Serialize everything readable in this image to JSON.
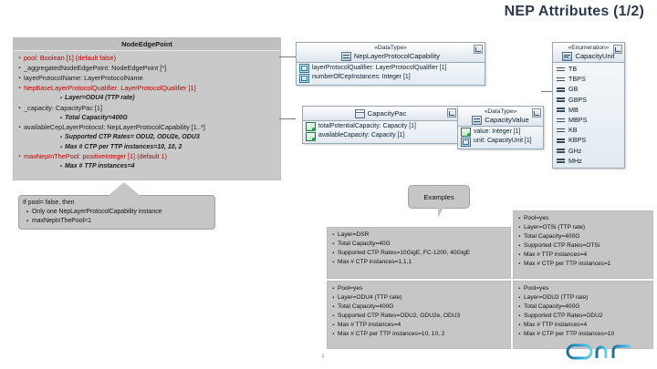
{
  "slide": {
    "title": "NEP Attributes (1/2)",
    "page_number": "4",
    "logo": "onf-logo"
  },
  "nep_class": {
    "header": "NodeEdgePoint",
    "attributes": [
      {
        "text": "pool: Boolean [1] (default false)",
        "color": "#c00000",
        "sub": []
      },
      {
        "text": "_aggregatedNodeEdgePoint: NodeEdgePoint [*]",
        "color": "#1b1b1b",
        "sub": []
      },
      {
        "text": "layerProtocolName: LayerProtocolName",
        "color": "#1b1b1b",
        "sub": []
      },
      {
        "text": "NepBaseLayerProtocolQualifier: LayerProtocolQualifier [1]",
        "color": "#c00000",
        "sub": [
          "Layer=ODU4 (TTP rate)"
        ]
      },
      {
        "text": "_capacity: CapacityPac [1]",
        "color": "#1b1b1b",
        "sub": [
          "Total Capacity=400G"
        ]
      },
      {
        "text": "availableCepLayerProtocol: NepLayerProtocolCapability [1..*]",
        "color": "#1b1b1b",
        "sub": [
          "Supported CTP Rates= ODU2, ODU2e, ODU3",
          "Max # CTP per TTP instances=10, 10, 2"
        ]
      },
      {
        "text": "maxNepInThePool: positiveInteger [1] (default 1)",
        "color": "#c00000",
        "sub": [
          "Max # TTP instances=4"
        ]
      }
    ]
  },
  "uml_boxes": {
    "nep_layer_protocol_capability": {
      "stereotype": "«DataType»",
      "name": "NepLayerProtocolCapability",
      "icon": "datatype-icon",
      "members": [
        {
          "icon": "attribute-icon",
          "text": "layerProtocolQualifier: LayerProtocolQualifier [1]"
        },
        {
          "icon": "attribute-icon",
          "text": "numberOfCepInstances: Integer [1]"
        }
      ]
    },
    "capacity_pac": {
      "stereotype": "",
      "name": "CapacityPac",
      "icon": "pac-icon",
      "members": [
        {
          "icon": "association-icon",
          "text": "totalPotentialCapacity: Capacity [1]"
        },
        {
          "icon": "association-icon",
          "text": "availableCapacity: Capacity [1]"
        }
      ]
    },
    "capacity_value": {
      "stereotype": "«DataType»",
      "name": "CapacityValue",
      "icon": "datatype-icon",
      "members": [
        {
          "icon": "association-icon",
          "text": "value: Integer [1]"
        },
        {
          "icon": "attribute-icon",
          "text": "unit: CapacityUnit [1]"
        }
      ]
    },
    "capacity_unit": {
      "stereotype": "«Enumeration»",
      "name": "CapacityUnit",
      "icon": "enumeration-icon",
      "literals": [
        "TB",
        "TBPS",
        "GB",
        "GBPS",
        "MB",
        "MBPS",
        "KB",
        "KBPS",
        "GHz",
        "MHz"
      ]
    }
  },
  "note_callout": {
    "lines": [
      {
        "bullet": false,
        "text": "If pool= false, then"
      },
      {
        "bullet": true,
        "text": "Only one NepLayerProtocolCapability instance"
      },
      {
        "bullet": true,
        "text": "maxNepInThePool=1"
      }
    ]
  },
  "examples_bubble": {
    "label": "Examples"
  },
  "examples": [
    {
      "id": "example-dsr",
      "lines": [
        "Layer=DSR",
        "Total Capacity=40G",
        "Supported CTP Rates=10GigE, FC-1200, 40GigE",
        "Max # CTP instances=1,1,1"
      ]
    },
    {
      "id": "example-otsi",
      "lines": [
        "Pool=yes",
        "Layer=OTSi (TTP rate)",
        "Total Capacity=400G",
        "Supported CTP Rates=OTSi",
        "Max # TTP instances=4",
        "Max # CTP per TTP instances=1"
      ]
    },
    {
      "id": "example-odu4",
      "lines": [
        "Pool=yes",
        "Layer=ODU4 (TTP rate)",
        "Total Capacity=400G",
        "Supported CTP Rates=ODU2, ODU2e, ODU3",
        "Max # TTP instances=4",
        "Max # CTP per TTP instances=10, 10, 2"
      ]
    },
    {
      "id": "example-odu2",
      "lines": [
        "Pool=yes",
        "Layer=ODU2 (TTP rate)",
        "Total Capacity=400G",
        "Supported CTP Rates=ODU2",
        "Max # TTP instances=4",
        "Max # CTP per TTP instances=10"
      ]
    }
  ],
  "colors": {
    "title": "#2b3a4a",
    "highlight_red": "#c00000",
    "box_gray": "#c6c6c6",
    "uml_border": "#9aa7b4",
    "logo_blue": "#2e9fd4"
  }
}
